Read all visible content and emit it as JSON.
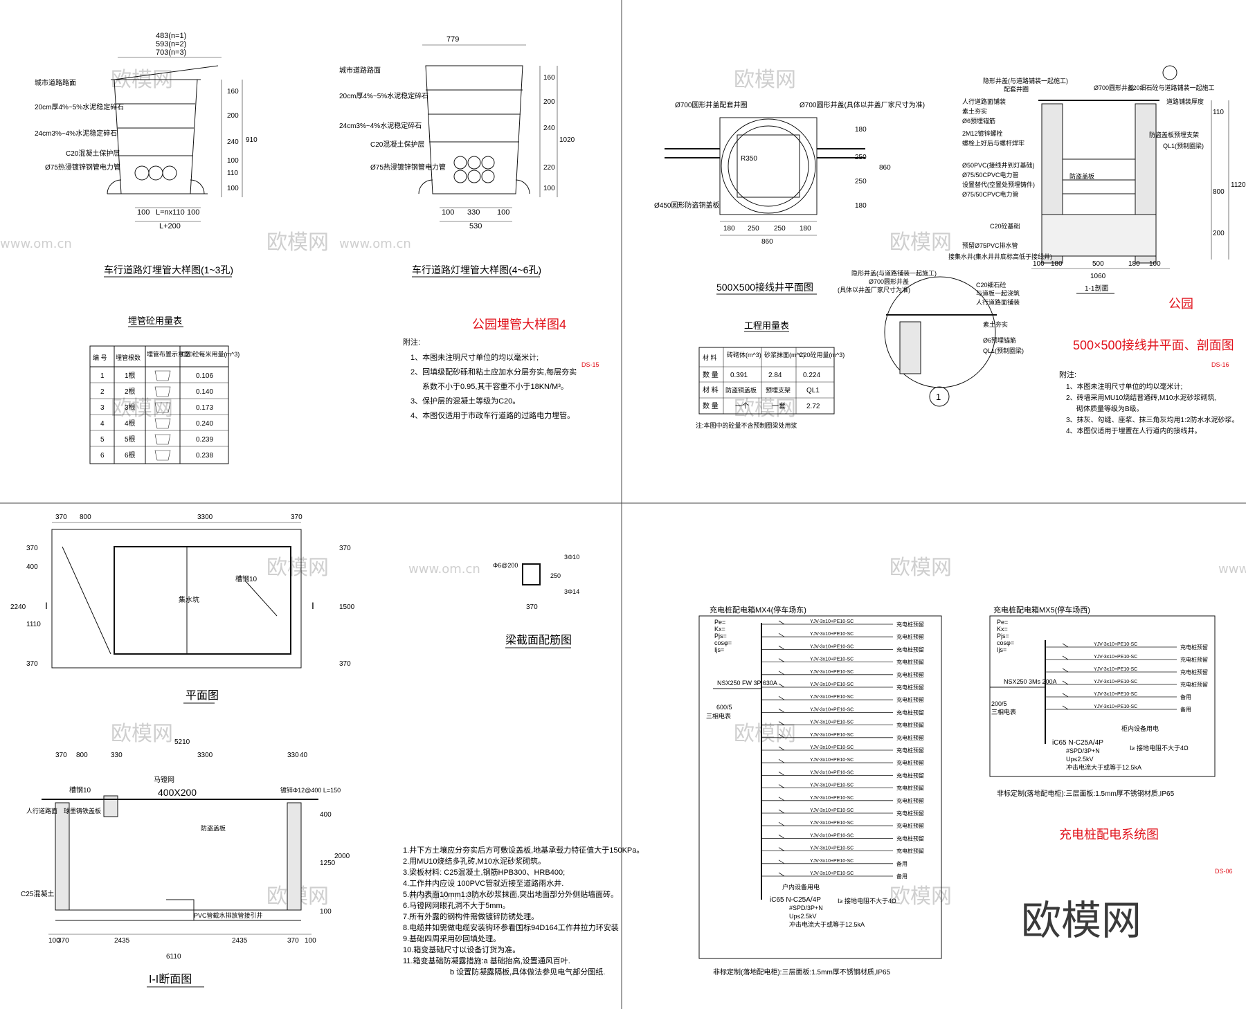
{
  "watermark": {
    "text": "欧模网",
    "url_text": "www.om.cn",
    "big_text": "欧模网"
  },
  "q1": {
    "left_title": "车行道路灯埋管大样图(1~3孔)",
    "right_title": "车行道路灯埋管大样图(4~6孔)",
    "top_dims": [
      "483(n=1)",
      "593(n=2)",
      "703(n=3)"
    ],
    "right_top_dim": "779",
    "layers": [
      "城市道路路面",
      "20cm厚4%~5%水泥稳定碎石",
      "24cm3%~4%水泥稳定碎石",
      "C20混凝土保护层",
      "Ø75热浸镀锌钢管电力管"
    ],
    "left_side_dims": [
      "160",
      "200",
      "240",
      "100",
      "110",
      "100"
    ],
    "left_total": "910",
    "right_side_dims": [
      "160",
      "200",
      "240",
      "220",
      "100"
    ],
    "right_total": "1020",
    "left_bottom": [
      "100",
      "L=nx110",
      "100"
    ],
    "left_bottom_total": "L+200",
    "right_bottom": [
      "100",
      "330",
      "100"
    ],
    "right_bottom_total": "530",
    "table_title": "埋管砼用量表",
    "table_headers": [
      "编 号",
      "埋管根数",
      "埋管布置示意图",
      "C20砼每米用量(m^3)"
    ],
    "table_rows": [
      [
        "1",
        "1根",
        "0.106"
      ],
      [
        "2",
        "2根",
        "0.140"
      ],
      [
        "3",
        "3根",
        "0.173"
      ],
      [
        "4",
        "4根",
        "0.240"
      ],
      [
        "5",
        "5根",
        "0.239"
      ],
      [
        "6",
        "6根",
        "0.238"
      ]
    ],
    "red_title": "公园埋管大样图4",
    "notes_title": "附注:",
    "notes": [
      "1、本图未注明尺寸单位的均以毫米计;",
      "2、回填级配砂砾和粘土应加水分层夯实,每层夯实",
      "系数不小于0.95,其干容重不小于18KN/M³。",
      "3、保护层的混凝土等级为C20。",
      "4、本图仅适用于市政车行道路的过路电力埋管。"
    ],
    "page_no": "DS-15"
  },
  "q2": {
    "plan_title": "500X500接线井平面图",
    "plan_labels": [
      "Ø700圆形井盖配套井圈",
      "Ø700圆形井盖(具体以井盖厂家尺寸为准)",
      "Ø450圆形防盗铜盖板",
      "R350"
    ],
    "plan_dims_right": [
      "180",
      "250",
      "250",
      "180"
    ],
    "plan_total": "860",
    "plan_dims_bottom": [
      "180",
      "250",
      "250",
      "180"
    ],
    "plan_bottom_total": "860",
    "table_title": "工程用量表",
    "table_headers": [
      "材 料",
      "砖砌体(m^3)",
      "砂浆抹面(m^2)",
      "C20砼用量(m^3)"
    ],
    "table_rows": [
      [
        "数 量",
        "0.391",
        "2.84",
        "0.224"
      ],
      [
        "材 料",
        "防盗铜盖板",
        "预埋支架",
        "QL1"
      ],
      [
        "数 量",
        "一个",
        "一套",
        "2.72"
      ]
    ],
    "table_note": "注:本图中的砼量不含预制圈梁处用浆",
    "section_labels": [
      "隐形井盖(与道路铺装一起施工)",
      "Ø700圆形井盖",
      "配套井圈",
      "人行道路面铺装",
      "素土夯实",
      "Ø6预埋锚筋",
      "2M12镀锌螺栓",
      "螺栓上好后与螺杆焊牢",
      "防盗盖板",
      "Ø50PVC(接线井到灯基础)",
      "Ø75/50CPVC电力管",
      "Ø75/50CPVC电力管",
      "C20砼基础",
      "预留Ø75PVC排水管",
      "接集水井(集水井井底标高低于接线井)",
      "C20细石砼与道路铺装一起施工",
      "道路铺装厚度",
      "QL1(预制圈梁)",
      "防盗盖板预埋支架",
      "设置替代(空置处预埋铸件)"
    ],
    "section_dims_right": [
      "110",
      "800",
      "1120",
      "200"
    ],
    "section_dims_bottom": [
      "100",
      "180",
      "500",
      "180",
      "100"
    ],
    "section_total": "1060",
    "section_title": "1-1剖面",
    "detail_no": "1",
    "detail_labels": [
      "隐形井盖(与道路铺装一起施工)",
      "Ø700圆形井盖",
      "(具体以井盖厂家尺寸为准)",
      "C20细石砼",
      "与道板一起浇筑",
      "人行道路面铺装",
      "素土夯实",
      "Ø6预埋锚筋",
      "QL1(预制圈梁)"
    ],
    "red_title_1": "公园",
    "red_title_2": "500×500接线井平面、剖面图",
    "notes_title": "附注:",
    "notes": [
      "1、本图未注明尺寸单位的均以毫米计;",
      "2、砖墙采用MU10烧结普通砖,M10水泥砂浆砌筑,",
      "砌体质量等级为B级。",
      "3、抹灰、勾缝、座浆、抹三角灰均用1:2防水水泥砂浆。",
      "4、本图仅适用于埋置在人行道内的接线井。"
    ],
    "page_no": "DS-16"
  },
  "q3": {
    "plan_title": "平面图",
    "plan_dims_top": [
      "370",
      "800",
      "3300",
      "370"
    ],
    "plan_dims_left": [
      "370",
      "400",
      "1110",
      "370"
    ],
    "plan_total_left": "2240",
    "plan_dims_right": [
      "370",
      "1500",
      "370"
    ],
    "plan_labels": [
      "集水坑",
      "槽钢10",
      "I",
      "I"
    ],
    "beam_title": "梁截面配筋图",
    "beam_labels": [
      "Φ6@200",
      "3Φ10",
      "250",
      "3Φ14",
      "370"
    ],
    "section_title": "I-I断面图",
    "section_dims_top": [
      "370",
      "800",
      "330",
      "3300",
      "330",
      "40"
    ],
    "section_total_top": "5210",
    "section_labels": [
      "槽钢10",
      "马镫网",
      "400X200",
      "镀锌Φ12@400 L=150",
      "人行道路面",
      "球墨铸铁盖板",
      "防盗盖板",
      "C25混凝土",
      "PVC管截水排放管接引井"
    ],
    "section_dims_right": [
      "400",
      "1250",
      "2000",
      "100"
    ],
    "section_dims_bottom": [
      "100",
      "370",
      "2435",
      "2435",
      "370",
      "100"
    ],
    "section_total_bottom": "6110",
    "notes": [
      "1.井下方土壤应分夯实后方可敷设盖板,地基承载力特征值大于150KPa。",
      "2.用MU10烧结多孔砖,M10水泥砂浆砌筑。",
      "3.梁板材料: C25混凝土,钢筋HPB300、HRB400;",
      "4.工作井内应设 100PVC管就近接至道路雨水井.",
      "5.井内表面10mm1:3防水砂浆抹面,突出地面部分外侧贴墙面砖。",
      "6.马镫网网眼孔洞不大于5mm。",
      "7.所有外露的钢构件需做镀锌防锈处理。",
      "8.电缆井如需做电缆安装钩环参看国标94D164工作井拉力环安装",
      "9.基础四周采用砂回填处理。",
      "10.箱变基础尺寸以设备订货为准。",
      "11.箱变基础防凝露措施:a 基础抬高,设置通风百叶.",
      "b 设置防凝露隔板,具体做法参见电气部分图纸."
    ]
  },
  "q4": {
    "left_title": "充电桩配电箱MX4(停车场东)",
    "right_title": "充电桩配电箱MX5(停车场西)",
    "left_meta": [
      "Pe=",
      "Kx=",
      "Pjs=",
      "cosφ=",
      "Ijs="
    ],
    "left_incoming": [
      "600/5",
      "三相电表"
    ],
    "left_breaker": "NSX250 FW 3P 630A",
    "left_circuits_count": 21,
    "left_circuit_label": "YJV-3x10+PE10-SC",
    "left_load": "充电桩预留",
    "left_spare": "备用",
    "left_spd_lines": [
      "iC65 N-C25A/4P",
      "#SPD/3P+N",
      "Up≤2.5kV",
      "冲击电流大于或等于12.5kA"
    ],
    "left_spd_text": "户内设备用电",
    "left_spd_ground": "I≥ 接地电阻不大于4Ω",
    "left_footer": "非标定制(落地配电柜):三层面板:1.5mm厚不锈钢材质,IP65",
    "right_meta": [
      "Pe=",
      "Kx=",
      "Pjs=",
      "cosφ=",
      "Ijs="
    ],
    "right_incoming": [
      "200/5",
      "三相电表"
    ],
    "right_breaker": "NSX250 3Ms 200A",
    "right_circuits_count": 6,
    "right_circuit_label": "YJV-3x10+PE10-SC",
    "right_load": "充电桩预留",
    "right_spare": "备用",
    "right_spd_lines": [
      "iC65 N-C25A/4P",
      "#SPD/3P+N",
      "Up≤2.5kV",
      "冲击电流大于或等于12.5kA"
    ],
    "right_spd_text": "柜内设备用电",
    "right_spd_ground": "I≥ 接地电阻不大于4Ω",
    "right_footer": "非标定制(落地配电柜):三层面板:1.5mm厚不锈钢材质,IP65",
    "red_title": "充电桩配电系统图",
    "page_no": "DS-06"
  }
}
